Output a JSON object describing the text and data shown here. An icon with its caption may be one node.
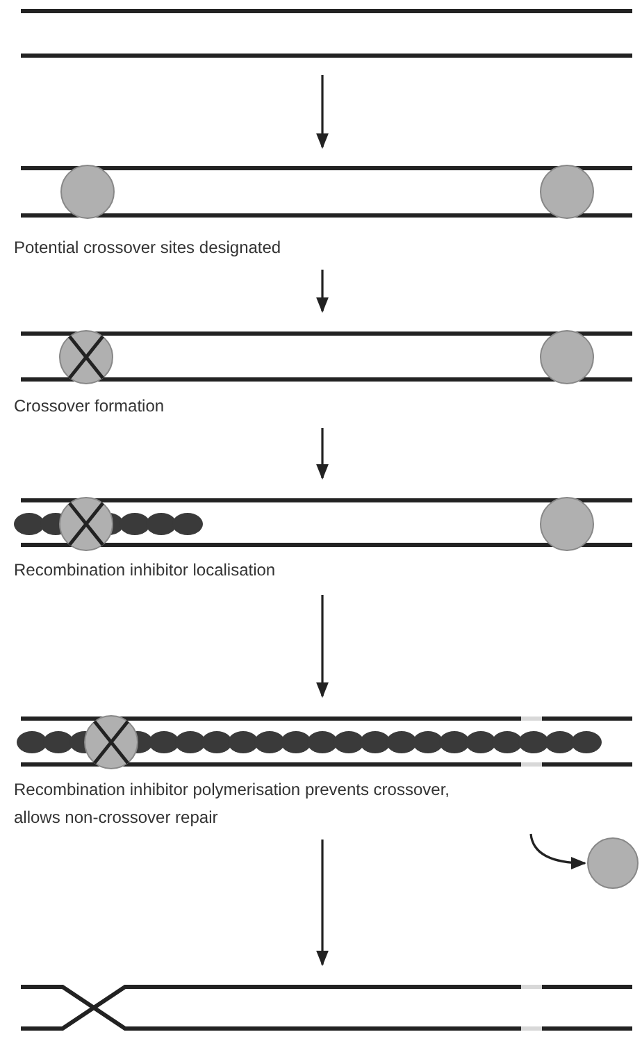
{
  "diagram": {
    "nodes": [
      {
        "text": [],
        "shape": "picture"
      },
      {
        "text": [
          "Potential crossover sites designated"
        ]
      },
      {
        "text": [
          "Crossover formation"
        ]
      },
      {
        "text": [
          "Recombination inhibitor localisation"
        ]
      },
      {
        "text": [
          "Recombination inhibitor polymerisation prevents crossover, allows non-crossover repair"
        ]
      },
      {
        "text": [],
        "shape": "circle"
      },
      {
        "text": [],
        "shape": "picture"
      }
    ],
    "edges": [
      {
        "from": 0,
        "to": 1,
        "arrow": "to"
      },
      {
        "from": 1,
        "to": 2,
        "arrow": "to"
      },
      {
        "from": 2,
        "to": 3,
        "arrow": "to"
      },
      {
        "from": 3,
        "to": 4,
        "arrow": "to"
      },
      {
        "from": 4,
        "to": 6,
        "arrow": "to"
      },
      {
        "from": 4,
        "to": 5,
        "arrow": "to"
      }
    ]
  }
}
